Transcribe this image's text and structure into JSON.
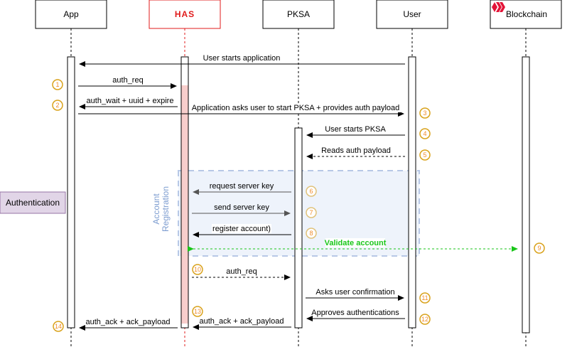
{
  "participants": [
    {
      "id": "app",
      "label": "App",
      "highlight": false
    },
    {
      "id": "has",
      "label": "HAS",
      "highlight": true
    },
    {
      "id": "pksa",
      "label": "PKSA",
      "highlight": false
    },
    {
      "id": "user",
      "label": "User",
      "highlight": false
    },
    {
      "id": "blockchain",
      "label": "Blockchain",
      "highlight": false,
      "icon": "hive-logo-icon"
    }
  ],
  "side_label": "Authentication",
  "group": {
    "label_line1": "Account",
    "label_line2": "Registration"
  },
  "messages": [
    {
      "text": "User starts application",
      "from": "user",
      "to": "app",
      "style": "solid"
    },
    {
      "text": "auth_req",
      "from": "app",
      "to": "has",
      "style": "solid"
    },
    {
      "text": "auth_wait + uuid + expire",
      "from": "has",
      "to": "app",
      "style": "solid"
    },
    {
      "text": "Application asks user to start PKSA + provides auth payload",
      "from": "app",
      "to": "user",
      "style": "solid"
    },
    {
      "text": "User starts PKSA",
      "from": "user",
      "to": "pksa",
      "style": "solid"
    },
    {
      "text": "Reads auth payload",
      "from": "user",
      "to": "pksa",
      "style": "dashed"
    },
    {
      "text": "request server key",
      "from": "pksa",
      "to": "has",
      "style": "solid-gray"
    },
    {
      "text": "send server key",
      "from": "has",
      "to": "pksa",
      "style": "solid-gray"
    },
    {
      "text": "register account)",
      "from": "pksa",
      "to": "has",
      "style": "solid"
    },
    {
      "text": "Validate account",
      "from": "has",
      "to": "blockchain",
      "style": "dashed-green"
    },
    {
      "text": "auth_req",
      "from": "has",
      "to": "pksa",
      "style": "dashed"
    },
    {
      "text": "Asks user confirmation",
      "from": "pksa",
      "to": "user",
      "style": "solid"
    },
    {
      "text": "Approves authentications",
      "from": "user",
      "to": "pksa",
      "style": "solid"
    },
    {
      "text": "auth_ack + ack_payload",
      "from": "pksa",
      "to": "has",
      "style": "solid"
    },
    {
      "text": "auth_ack + ack_payload",
      "from": "has",
      "to": "app",
      "style": "solid"
    }
  ],
  "badges": [
    "1",
    "2",
    "3",
    "4",
    "5",
    "6",
    "7",
    "8",
    "9",
    "10",
    "11",
    "12",
    "13",
    "14"
  ],
  "colors": {
    "has_red": "#e01b1b",
    "badge_ring": "#d9a21b",
    "badge_text": "#f08c2a",
    "validate_green": "#19c619",
    "group_fill": "#eef3fb",
    "group_border": "#b7c8e6",
    "group_text": "#7c9cd0",
    "auth_box_fill": "#e1d5e7",
    "auth_box_border": "#9673a6",
    "activation_fill": "#f8cecc"
  }
}
